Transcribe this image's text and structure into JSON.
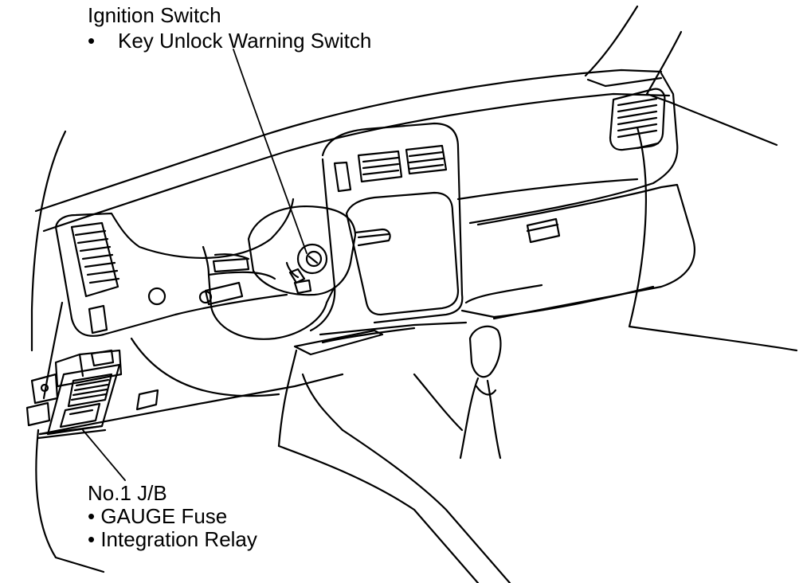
{
  "labels": {
    "ignition_switch": {
      "title": "Ignition Switch",
      "bullets": [
        "•    Key Unlock Warning Switch"
      ]
    },
    "junction_block": {
      "title": "No.1 J/B",
      "bullets": [
        "• GAUGE Fuse",
        "• Integration Relay"
      ]
    }
  },
  "style": {
    "line_color": "#000000",
    "background": "#ffffff"
  }
}
